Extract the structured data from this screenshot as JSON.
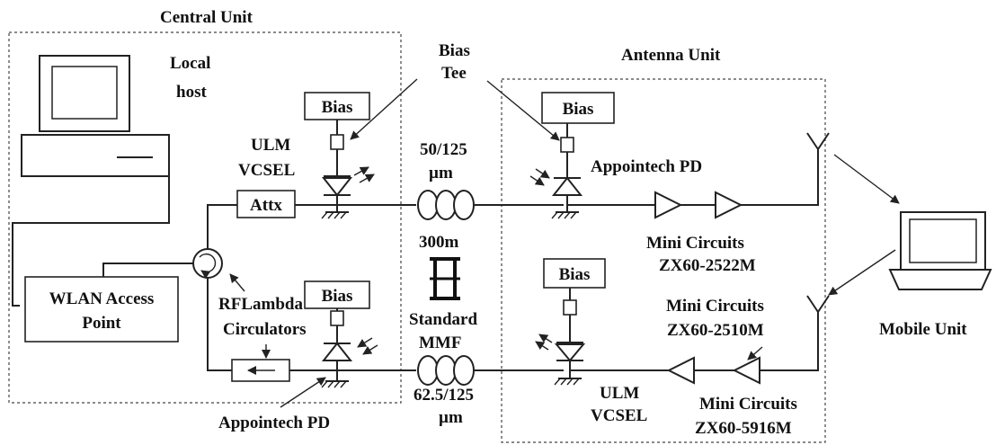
{
  "labels": {
    "central_unit": "Central Unit",
    "local_host_1": "Local",
    "local_host_2": "host",
    "bias_tee_1": "Bias",
    "bias_tee_2": "Tee",
    "antenna_unit": "Antenna Unit",
    "bias": "Bias",
    "ulm_1": "ULM",
    "vcsel_1": "VCSEL",
    "fiber_top_1": "50/125",
    "fiber_top_2": "µm",
    "appointech_pd_top": "Appointech PD",
    "attx": "Attx",
    "length": "300m",
    "mini_circuits_1": "Mini Circuits",
    "zx60_2522m": "ZX60-2522M",
    "wlan_1": "WLAN Access",
    "wlan_2": "Point",
    "rflambda_1": "RFLambda",
    "rflambda_2": "Circulators",
    "standard": "Standard",
    "mmf": "MMF",
    "mini_circuits_2": "Mini Circuits",
    "zx60_2510m": "ZX60-2510M",
    "mobile_unit": "Mobile Unit",
    "fiber_bottom_1": "62.5/125",
    "fiber_bottom_2": "µm",
    "ulm_2": "ULM",
    "vcsel_2": "VCSEL",
    "mini_circuits_3": "Mini Circuits",
    "zx60_5916m": "ZX60-5916M",
    "appointech_pd_bottom": "Appointech PD"
  }
}
